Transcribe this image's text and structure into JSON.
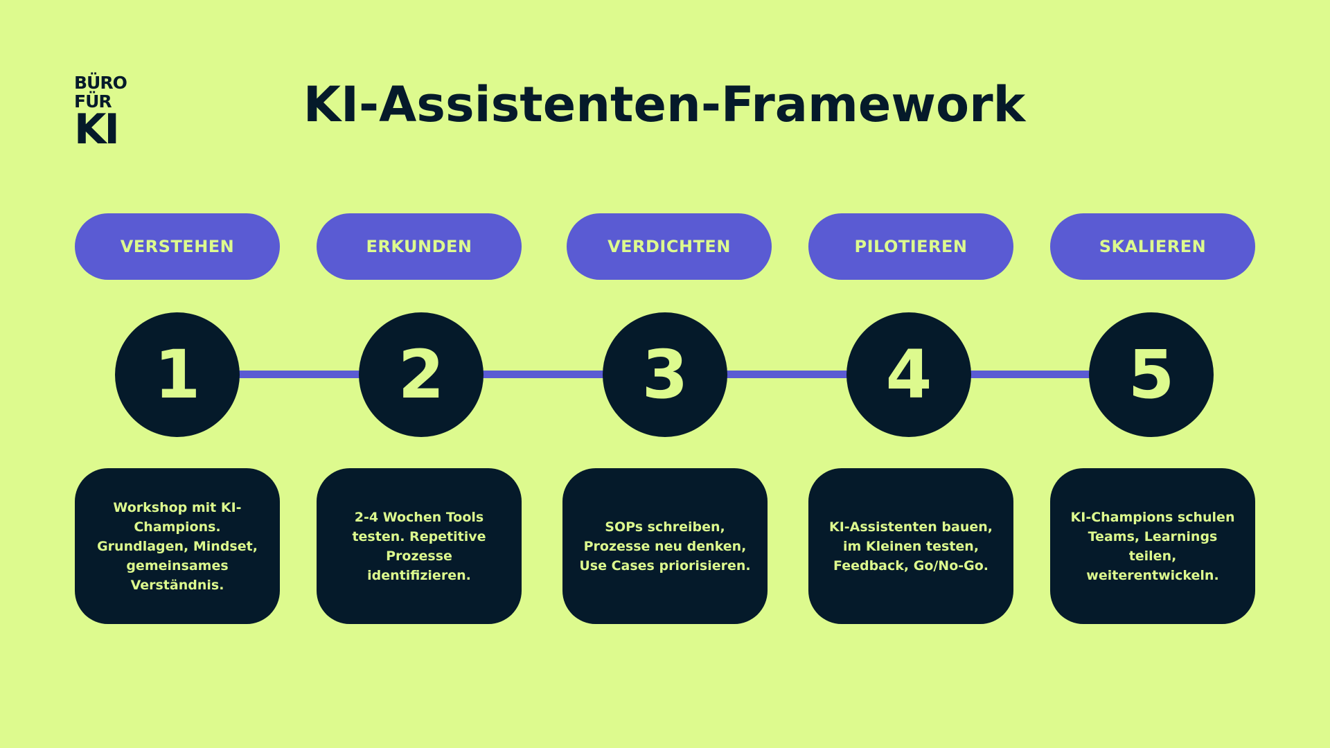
{
  "logo": {
    "line1": "BÜRO",
    "line2": "FÜR",
    "line3": "KI"
  },
  "title": "KI-Assistenten-Framework",
  "colors": {
    "background": "#ddfa8e",
    "accent": "#5a5bd3",
    "dark": "#051a2a"
  },
  "steps": [
    {
      "phase": "VERSTEHEN",
      "number": "1",
      "description": "Workshop mit KI-Champions. Grundlagen, Mindset, gemeinsames Verständnis."
    },
    {
      "phase": "ERKUNDEN",
      "number": "2",
      "description": "2-4 Wochen Tools testen. Repetitive Prozesse identifizieren."
    },
    {
      "phase": "VERDICHTEN",
      "number": "3",
      "description": "SOPs schreiben, Prozesse neu denken, Use Cases priorisieren."
    },
    {
      "phase": "PILOTIEREN",
      "number": "4",
      "description": "KI-Assistenten bauen, im Kleinen testen, Feedback, Go/No-Go."
    },
    {
      "phase": "SKALIEREN",
      "number": "5",
      "description": "KI-Champions schulen Teams, Learnings teilen, weiterentwickeln."
    }
  ]
}
